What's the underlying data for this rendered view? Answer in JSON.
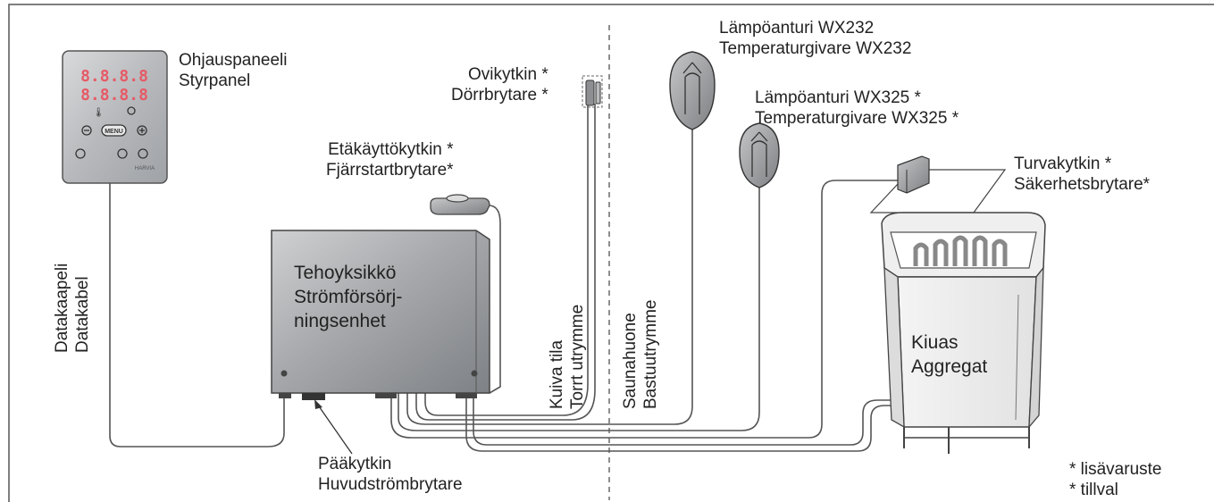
{
  "components": {
    "control_panel": {
      "name_fi": "Ohjauspaneeli",
      "name_sv": "Styrpanel",
      "display_top": "8.8.8.8",
      "display_bottom": "8.8.8.8",
      "menu_label": "MENU",
      "brand": "HARVIA"
    },
    "data_cable": {
      "name_fi": "Datakaapeli",
      "name_sv": "Datakabel"
    },
    "power_unit": {
      "line1": "Tehoyksikkö",
      "line2": "Strömförsörj-",
      "line3": "ningsenhet"
    },
    "main_switch": {
      "name_fi": "Pääkytkin",
      "name_sv": "Huvudströmbrytare"
    },
    "remote_switch": {
      "name_fi": "Etäkäyttökytkin *",
      "name_sv": "Fjärrstartbrytare*"
    },
    "door_switch": {
      "name_fi": "Ovikytkin *",
      "name_sv": "Dörrbrytare *"
    },
    "sensor_wx232": {
      "name_fi": "Lämpöanturi WX232",
      "name_sv": "Temperaturgivare WX232"
    },
    "sensor_wx325": {
      "name_fi": "Lämpöanturi WX325 *",
      "name_sv": "Temperaturgivare WX325 *"
    },
    "safety_switch": {
      "name_fi": "Turvakytkin *",
      "name_sv": "Säkerhetsbrytare*"
    },
    "heater": {
      "name_fi": "Kiuas",
      "name_sv": "Aggregat"
    }
  },
  "zones": {
    "dry_room": {
      "name_fi": "Kuiva tila",
      "name_sv": "Torrt utrymme"
    },
    "sauna_room": {
      "name_fi": "Saunahuone",
      "name_sv": "Bastuutrymme"
    }
  },
  "legend": {
    "line1": "* lisävaruste",
    "line2": "* tillval"
  }
}
